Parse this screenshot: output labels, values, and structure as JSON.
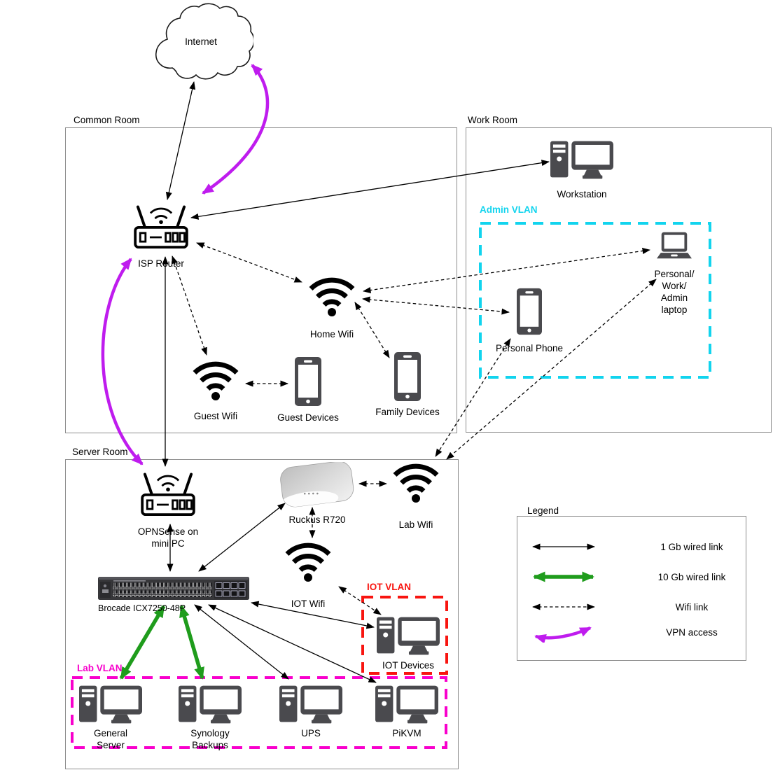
{
  "rooms": {
    "common": {
      "label": "Common Room"
    },
    "work": {
      "label": "Work Room"
    },
    "server": {
      "label": "Server Room"
    }
  },
  "vlans": {
    "admin": {
      "label": "Admin VLAN",
      "color": "#12d4ee"
    },
    "iot": {
      "label": "IOT VLAN",
      "color": "#f81510"
    },
    "lab": {
      "label": "Lab VLAN",
      "color": "#f800cc"
    }
  },
  "nodes": {
    "internet": {
      "label": "Internet"
    },
    "isp_router": {
      "label": "ISP Router"
    },
    "home_wifi": {
      "label": "Home Wifi"
    },
    "guest_wifi": {
      "label": "Guest Wifi"
    },
    "guest_devices": {
      "label": "Guest Devices"
    },
    "family_devices": {
      "label": "Family Devices"
    },
    "workstation": {
      "label": "Workstation"
    },
    "personal_phone": {
      "label": "Personal Phone"
    },
    "admin_laptop": {
      "label": "Personal/\nWork/\nAdmin\nlaptop"
    },
    "opnsense": {
      "label": "OPNSense on\nmini PC"
    },
    "ruckus": {
      "label": "Ruckus R720"
    },
    "lab_wifi": {
      "label": "Lab Wifi"
    },
    "iot_wifi": {
      "label": "IOT Wifi"
    },
    "switch": {
      "label": "Brocade ICX7250-48P"
    },
    "iot_devices": {
      "label": "IOT Devices"
    },
    "general_server": {
      "label": "General\nServer"
    },
    "synology_backups": {
      "label": "Synology\nBackups"
    },
    "ups": {
      "label": "UPS"
    },
    "pikvm": {
      "label": "PiKVM"
    }
  },
  "legend": {
    "title": "Legend",
    "items": [
      {
        "label": "1 Gb wired link",
        "type": "wired_1gb"
      },
      {
        "label": "10 Gb wired link",
        "type": "wired_10gb"
      },
      {
        "label": "Wifi link",
        "type": "wifi"
      },
      {
        "label": "VPN access",
        "type": "vpn"
      }
    ]
  },
  "link_colors": {
    "wired_1gb": "#000000",
    "wired_10gb": "#1f9c1c",
    "wifi": "#000000",
    "vpn": "#bf1cee"
  }
}
